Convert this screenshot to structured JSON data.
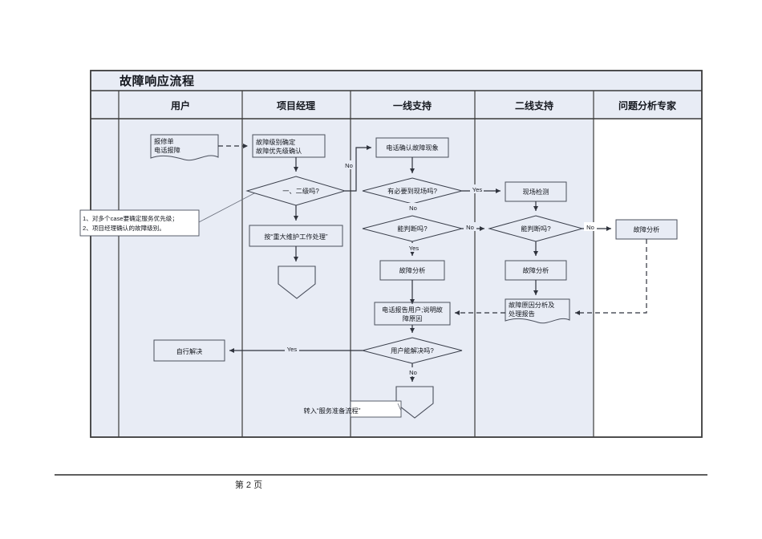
{
  "document": {
    "title": "故障响应流程",
    "footer": "第 2 页"
  },
  "columns": [
    {
      "id": "gutter",
      "label": ""
    },
    {
      "id": "user",
      "label": "用户"
    },
    {
      "id": "pm",
      "label": "项目经理"
    },
    {
      "id": "first_line",
      "label": "一线支持"
    },
    {
      "id": "second_line",
      "label": "二线支持"
    },
    {
      "id": "expert",
      "label": "问题分析专家"
    }
  ],
  "notes": {
    "line1": "1、对多个case要确定服务优先级；",
    "line2": "2、项目经理确认的故障级别。"
  },
  "nodes": {
    "report_doc": {
      "line1": "报修单",
      "line2": "电话报障"
    },
    "fault_level": {
      "line1": "故障级别确定",
      "line2": "故障优先级确认"
    },
    "level_decision": {
      "label": "一、二级吗?"
    },
    "major_maint": {
      "label": "按“重大维护工作处理”"
    },
    "pm_connector": {
      "label": ""
    },
    "phone_confirm": {
      "label": "电话确认故障现象"
    },
    "need_onsite": {
      "label": "有必要到现场吗?"
    },
    "can_judge_first": {
      "label": "能判断吗?"
    },
    "fault_analysis_first": {
      "label": "故障分析"
    },
    "report_to_user": {
      "line1": "电话报告用户;说明故",
      "line2": "障原因"
    },
    "user_can_solve": {
      "label": "用户能解决吗?"
    },
    "self_solve": {
      "label": "自行解决"
    },
    "transfer_note": {
      "label": "转入“服务准备流程”"
    },
    "end_connector": {
      "label": ""
    },
    "onsite_check": {
      "label": "现场检测"
    },
    "can_judge_second": {
      "label": "能判断吗?"
    },
    "fault_analysis_second": {
      "label": "故障分析"
    },
    "cause_report": {
      "line1": "故障原因分析及",
      "line2": "处理报告"
    },
    "expert_analysis": {
      "label": "故障分析"
    }
  },
  "edge_labels": {
    "no_level": "No",
    "yes_onsite": "Yes",
    "no_onsite": "No",
    "no_judge_first": "No",
    "yes_judge_first": "Yes",
    "no_judge_second": "No",
    "yes_user_solve": "Yes",
    "no_user_solve": "No"
  },
  "colors": {
    "swimlane_bg": "#e8ecf5",
    "expert_bg": "#ffffff",
    "node_fill": "#e8ecf5",
    "node_stroke": "#4a4f5c",
    "frame_stroke": "#3b3b3b",
    "connector": "#2f333d"
  }
}
